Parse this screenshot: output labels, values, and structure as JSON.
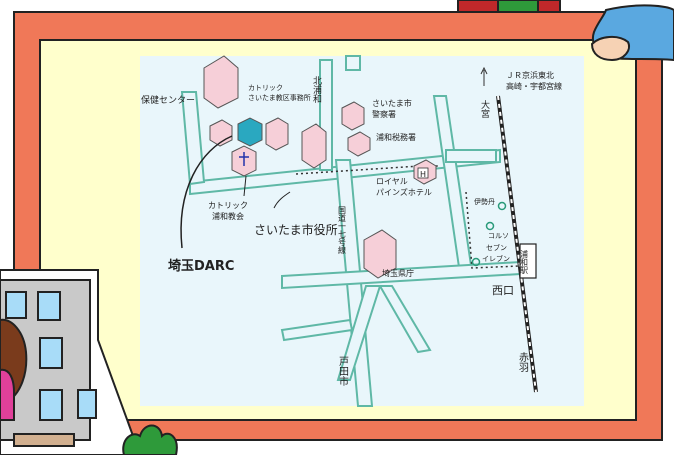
{
  "colors": {
    "board_border": "#f07858",
    "board_fill": "#ffffcc",
    "map_bg": "#e9f6fb",
    "road_fill": "#e9f6fb",
    "road_edge": "#5fb8a6",
    "building": "#f6cfd8",
    "highlight_building": "#2aa8c0",
    "text": "#1a1a1a"
  },
  "icons": {
    "hand": "pointing-hand-icon",
    "building": "building-cartoon-icon",
    "bush": "bush-icon",
    "hotel": "hotel-h-icon",
    "church": "cross-icon"
  },
  "labels": {
    "hoken_center": "保健センター",
    "catholic_office": "カトリック\nさいたま教区事務所",
    "kitaurawa": "北浦和",
    "police": "さいたま市\n警察署",
    "tax_office": "浦和税務署",
    "jr_line": "ＪＲ京浜東北\n高崎・宇都宮線",
    "omiya": "大宮",
    "royal_pines": "ロイヤル\nパインズホテル",
    "isetan": "伊勢丹",
    "parco": "コルソ",
    "seven_eleven": "セブン\nイレブン",
    "catholic_church": "カトリック\n浦和教会",
    "city_hall": "さいたま市役所",
    "route17": "国道一七号線",
    "saitama_darc": "埼玉DARC",
    "pref_office": "埼玉県庁",
    "urawa_station": "浦和駅",
    "west_exit": "西口",
    "todashi": "戸田市",
    "akabane": "赤羽"
  }
}
